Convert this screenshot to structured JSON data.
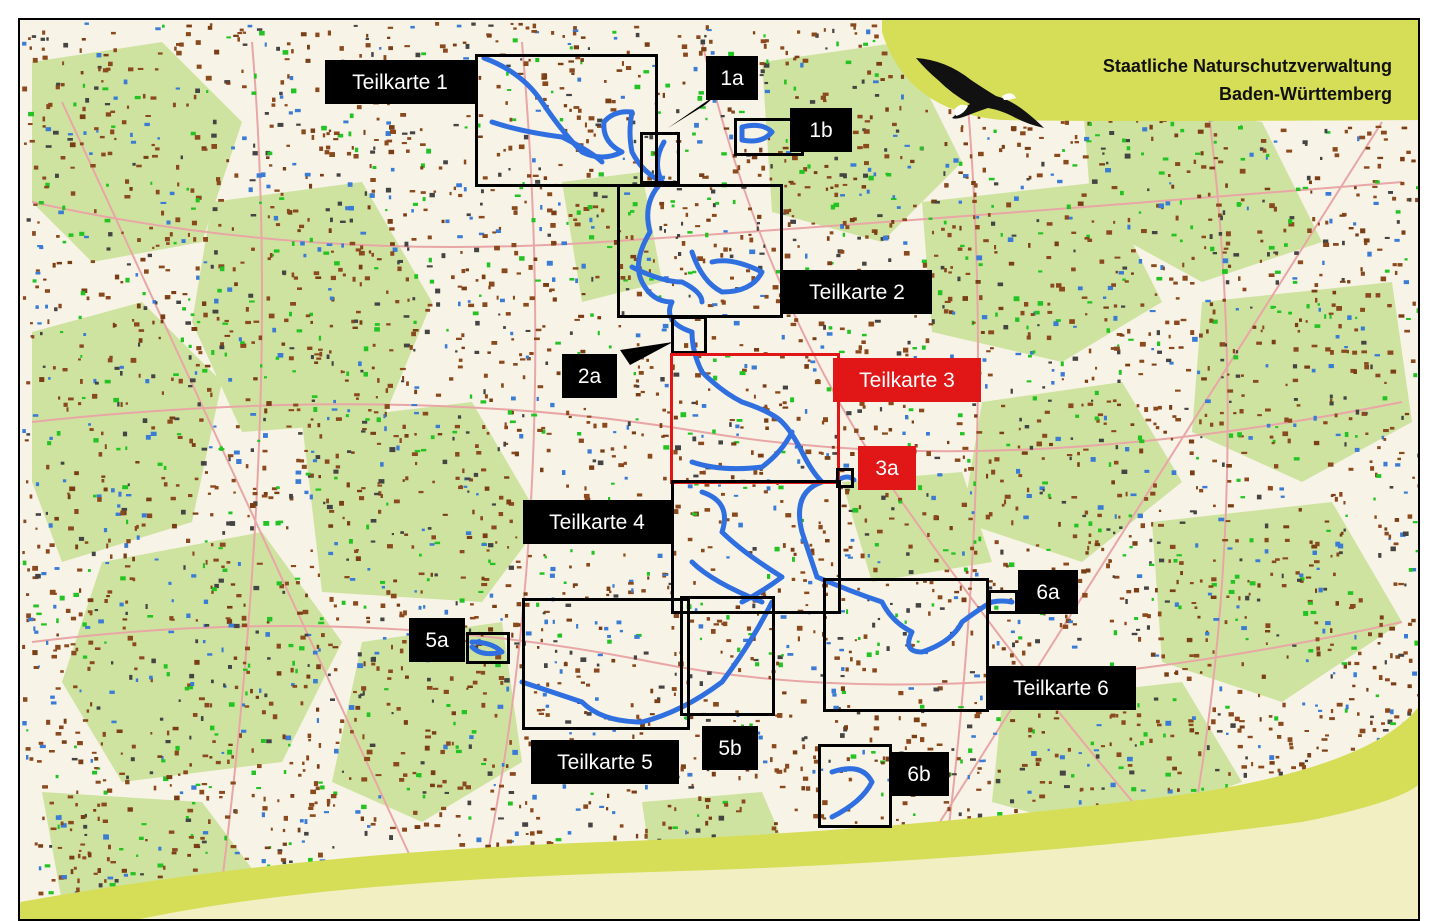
{
  "brand": {
    "line1": "Staatliche Naturschutzverwaltung",
    "line2": "Baden-Württemberg",
    "logo_icon": "eagle-icon",
    "panel_color": "#d6de57"
  },
  "colors": {
    "route": "#2f6fe0",
    "frame_default": "#000000",
    "frame_highlight": "#e11616",
    "forest": "#cfe3a0",
    "settlement": "#8b4a1e"
  },
  "highlighted": "Teilkarte 3",
  "map_labels": [
    {
      "key": "teilkarte-1",
      "text": "Teilkarte 1"
    },
    {
      "key": "inset-1a",
      "text": "1a"
    },
    {
      "key": "inset-1b",
      "text": "1b"
    },
    {
      "key": "teilkarte-2",
      "text": "Teilkarte 2"
    },
    {
      "key": "inset-2a",
      "text": "2a"
    },
    {
      "key": "teilkarte-3",
      "text": "Teilkarte 3"
    },
    {
      "key": "inset-3a",
      "text": "3a"
    },
    {
      "key": "teilkarte-4",
      "text": "Teilkarte 4"
    },
    {
      "key": "inset-5a",
      "text": "5a"
    },
    {
      "key": "teilkarte-5",
      "text": "Teilkarte 5"
    },
    {
      "key": "inset-5b",
      "text": "5b"
    },
    {
      "key": "teilkarte-6",
      "text": "Teilkarte 6"
    },
    {
      "key": "inset-6a",
      "text": "6a"
    },
    {
      "key": "inset-6b",
      "text": "6b"
    }
  ]
}
